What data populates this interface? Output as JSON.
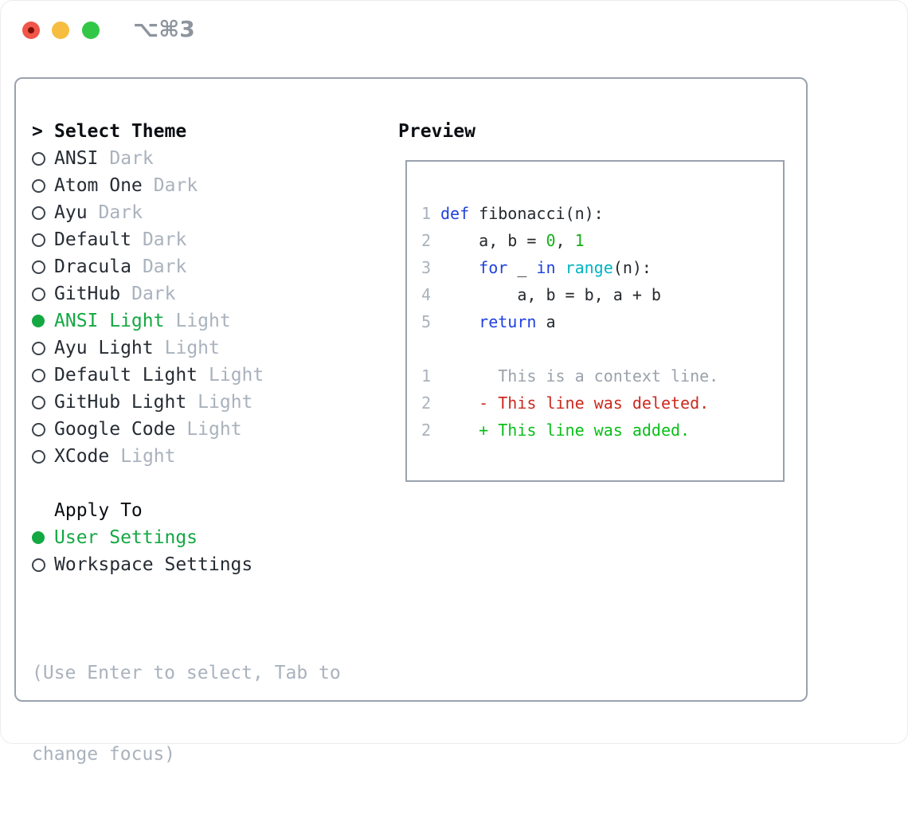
{
  "titlebar": {
    "title": "⌥⌘3"
  },
  "palette": {
    "selected_green": "#14a843",
    "added_green": "#0abf1a",
    "deleted_red": "#cc2a1e",
    "keyword_blue": "#2041e0",
    "builtin_cyan": "#00b4c5",
    "number_green": "#16b01a",
    "muted_gray": "#a9b2bd",
    "border_gray": "#9aa2ae",
    "traffic_red": "#f0564a",
    "traffic_yellow": "#f6bd40",
    "traffic_green": "#33c748"
  },
  "window": {
    "theme_selector": {
      "prompt": ">",
      "title": "Select Theme",
      "themes": [
        {
          "name": "ANSI",
          "badge": "Dark",
          "selected": false
        },
        {
          "name": "Atom One",
          "badge": "Dark",
          "selected": false
        },
        {
          "name": "Ayu",
          "badge": "Dark",
          "selected": false
        },
        {
          "name": "Default",
          "badge": "Dark",
          "selected": false
        },
        {
          "name": "Dracula",
          "badge": "Dark",
          "selected": false
        },
        {
          "name": "GitHub",
          "badge": "Dark",
          "selected": false
        },
        {
          "name": "ANSI Light",
          "badge": "Light",
          "selected": true
        },
        {
          "name": "Ayu Light",
          "badge": "Light",
          "selected": false
        },
        {
          "name": "Default Light",
          "badge": "Light",
          "selected": false
        },
        {
          "name": "GitHub Light",
          "badge": "Light",
          "selected": false
        },
        {
          "name": "Google Code",
          "badge": "Light",
          "selected": false
        },
        {
          "name": "XCode",
          "badge": "Light",
          "selected": false
        }
      ],
      "apply_to": {
        "title": "Apply To",
        "options": [
          {
            "name": "User Settings",
            "selected": true
          },
          {
            "name": "Workspace Settings",
            "selected": false
          }
        ]
      },
      "help": [
        "(Use Enter to select, Tab to",
        "change focus)"
      ]
    },
    "preview": {
      "title": "Preview",
      "code_lines": [
        {
          "num": "1",
          "segments": [
            {
              "t": "def",
              "c": "kw"
            },
            {
              "t": " fibonacci(n):",
              "c": "plain"
            }
          ]
        },
        {
          "num": "2",
          "segments": [
            {
              "t": "    a, b = ",
              "c": "plain"
            },
            {
              "t": "0",
              "c": "num"
            },
            {
              "t": ", ",
              "c": "plain"
            },
            {
              "t": "1",
              "c": "num"
            }
          ]
        },
        {
          "num": "3",
          "segments": [
            {
              "t": "    ",
              "c": "plain"
            },
            {
              "t": "for",
              "c": "kw"
            },
            {
              "t": " _ ",
              "c": "plain"
            },
            {
              "t": "in",
              "c": "kw"
            },
            {
              "t": " ",
              "c": "plain"
            },
            {
              "t": "range",
              "c": "builtin"
            },
            {
              "t": "(n):",
              "c": "plain"
            }
          ]
        },
        {
          "num": "4",
          "segments": [
            {
              "t": "        a, b = b, a + b",
              "c": "plain"
            }
          ]
        },
        {
          "num": "5",
          "segments": [
            {
              "t": "    ",
              "c": "plain"
            },
            {
              "t": "return",
              "c": "kw"
            },
            {
              "t": " a",
              "c": "plain"
            }
          ]
        },
        {
          "num": "",
          "segments": []
        },
        {
          "num": "1",
          "segments": [
            {
              "t": "      This is a context line.",
              "c": "ctx"
            }
          ]
        },
        {
          "num": "2",
          "segments": [
            {
              "t": "    - This line was deleted.",
              "c": "del"
            }
          ]
        },
        {
          "num": "2",
          "segments": [
            {
              "t": "    + This line was added.",
              "c": "add"
            }
          ]
        }
      ]
    }
  }
}
